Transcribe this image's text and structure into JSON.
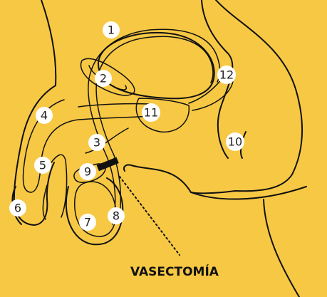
{
  "caption": "VASECTOMÍA",
  "labels": [
    "1",
    "2",
    "3",
    "4",
    "5",
    "6",
    "7",
    "8",
    "9",
    "10",
    "11",
    "12"
  ],
  "colors": {
    "background": "#f7c844",
    "line": "#111111",
    "label_bg": "#ffffff",
    "cut_marker": "#111111"
  }
}
